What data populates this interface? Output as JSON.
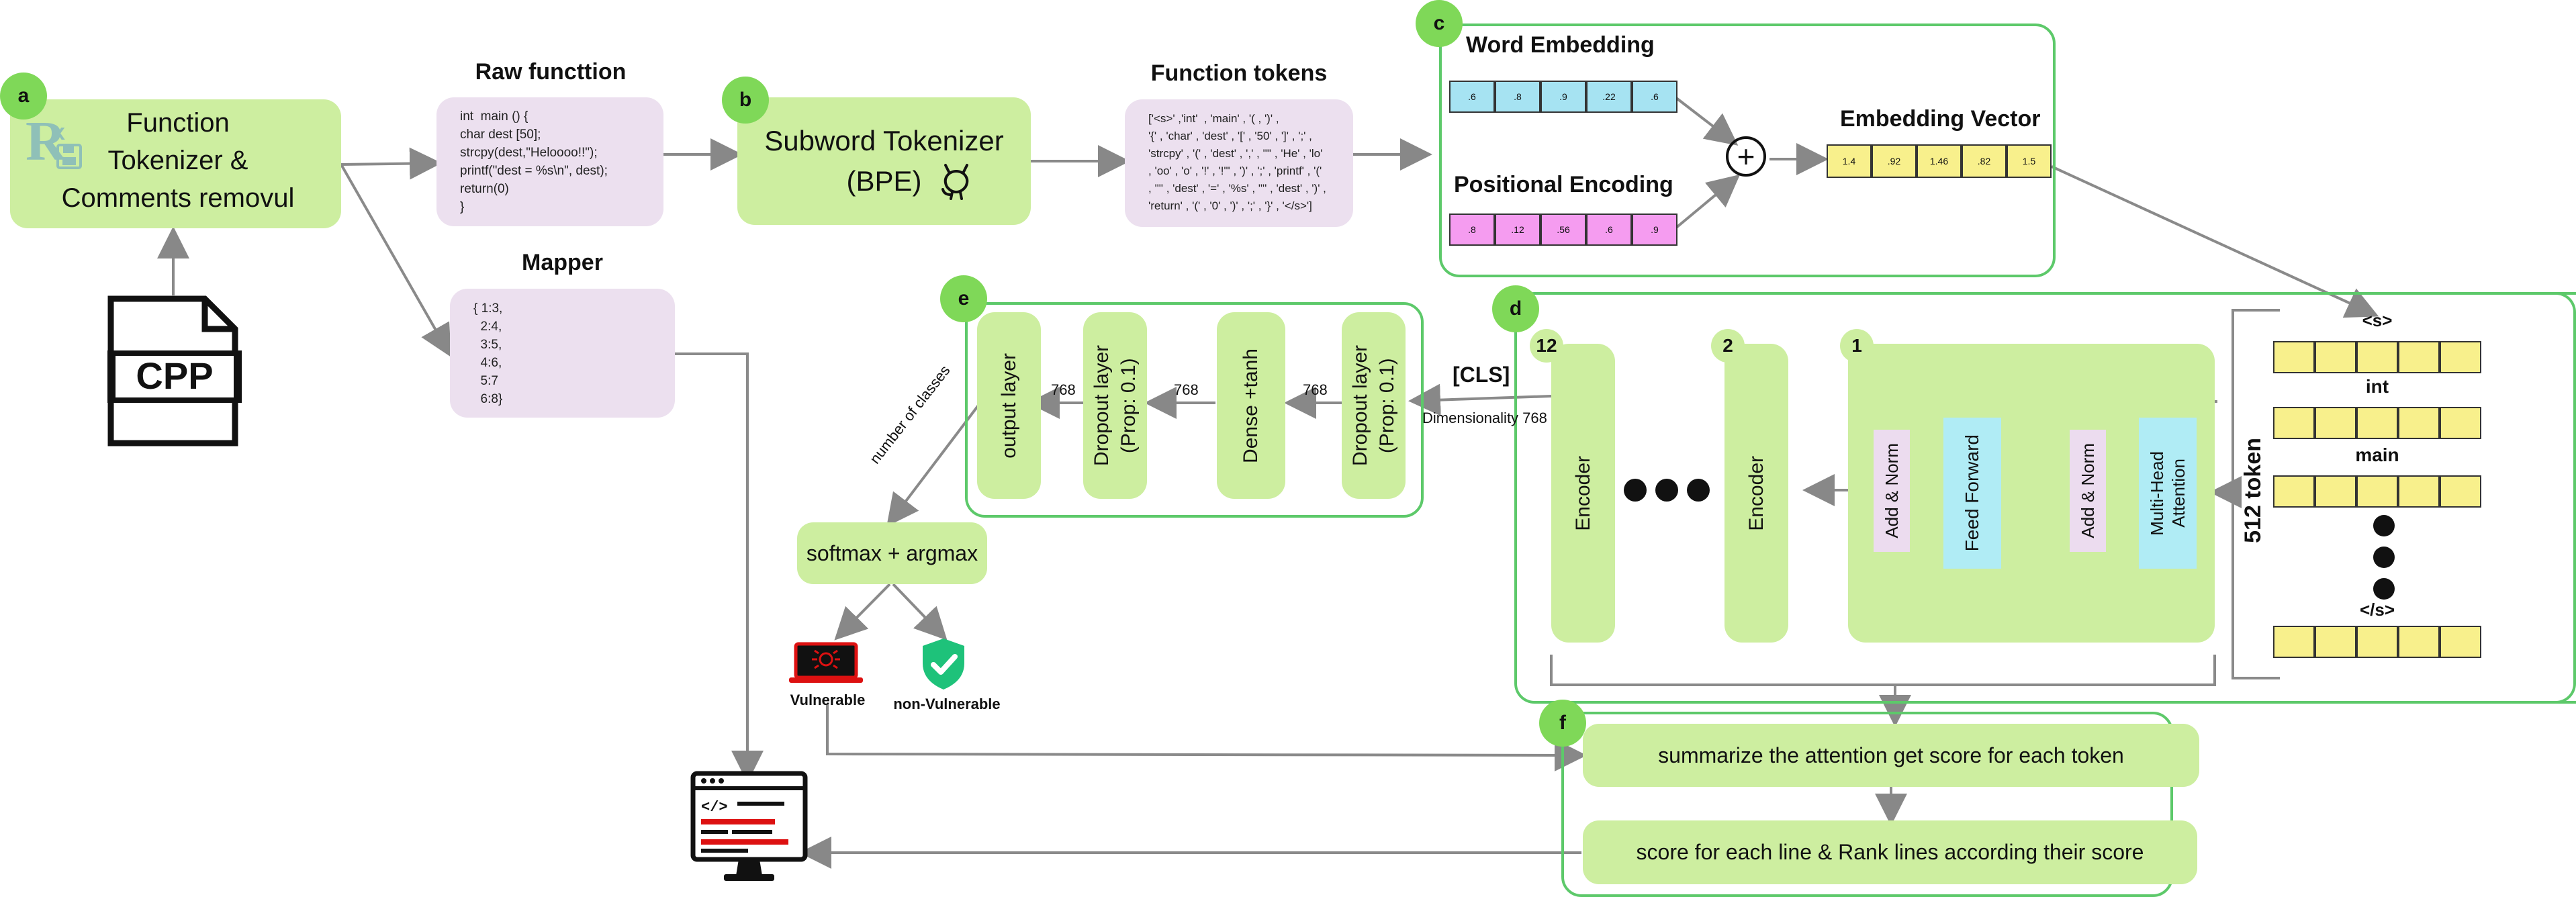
{
  "badges": {
    "a": "a",
    "b": "b",
    "c": "c",
    "d": "d",
    "e": "e",
    "f": "f"
  },
  "panel_a": {
    "label": "Function\nTokenizer &\nComments removul"
  },
  "file_icon": {
    "label": "CPP"
  },
  "raw_function": {
    "title": "Raw functtion",
    "code": "int  main () {\nchar dest [50];\nstrcpy(dest,\"Heloooo!!\");\nprintf(\"dest = %s\\n\", dest);\nreturn(0)\n}"
  },
  "mapper": {
    "title": "Mapper",
    "code": "{ 1:3,\n  2:4,\n  3:5,\n  4:6,\n  5:7\n  6:8}"
  },
  "tokenizer": {
    "label": "Subword Tokenizer\n(BPE)"
  },
  "function_tokens": {
    "title": "Function tokens",
    "text": "['<s>' ,'int'  , 'main' , '( , ')' ,\n'{' , 'char' , 'dest' , '[' , '50' , ']' , ';' ,\n'strcpy' , '(' , 'dest' , ',' , '\"' , 'He' , 'lo'\n, 'oo' , 'o' , '!' , '!\"' , ')' , ';' , 'printf' , '('\n, '\"' , 'dest' , '=' , '%s' , '\"' , 'dest' , ')' ,\n'return' , '(' , '0' , ')' , ';' , '}' , '</s>']"
  },
  "panel_c": {
    "word_embedding": "Word Embedding",
    "word_values": [
      ".6",
      ".8",
      ".9",
      ".22",
      ".6"
    ],
    "positional_encoding": "Positional Encoding",
    "pos_values": [
      ".8",
      ".12",
      ".56",
      ".6",
      ".9"
    ],
    "plus": "+",
    "embedding_vector": "Embedding Vector",
    "emb_values": [
      "1.4",
      ".92",
      "1.46",
      ".82",
      "1.5"
    ]
  },
  "panel_d": {
    "encoder_numbers": [
      "12",
      "2",
      "1"
    ],
    "encoder_label": "Encoder",
    "add_norm": "Add & Norm",
    "feed_forward": "Feed Forward",
    "multi_head": "Multi-Head\nAttention",
    "token_count": "512 token",
    "tokens": [
      "<s>",
      "int",
      "main",
      "</s>"
    ]
  },
  "panel_e": {
    "output_layer": "output layer",
    "dropout1": "Dropout layer\n(Prop: 0.1)",
    "dense": "Dense +tanh",
    "dropout2": "Dropout layer\n(Prop: 0.1)",
    "dims": [
      "768",
      "768",
      "768"
    ],
    "cls": "[CLS]",
    "dimensionality": "Dimensionality 768"
  },
  "classes_label": "number of classes",
  "softmax": "softmax + argmax",
  "vulnerable": "Vulnerable",
  "non_vulnerable": "non-Vulnerable",
  "panel_f": {
    "summarize": "summarize the attention get score for each token",
    "score": "score for each line & Rank lines according their score"
  },
  "colors": {
    "green_box": "#cdeea0",
    "lilac_box": "#ece0ef",
    "frame": "#5dc96a",
    "badge": "#7fd858",
    "word_cell": "#a6e3f2",
    "pos_cell": "#f59cf0",
    "emb_cell": "#f8f08c",
    "attention": "#b0ecf5",
    "norm": "#ecdcef"
  }
}
